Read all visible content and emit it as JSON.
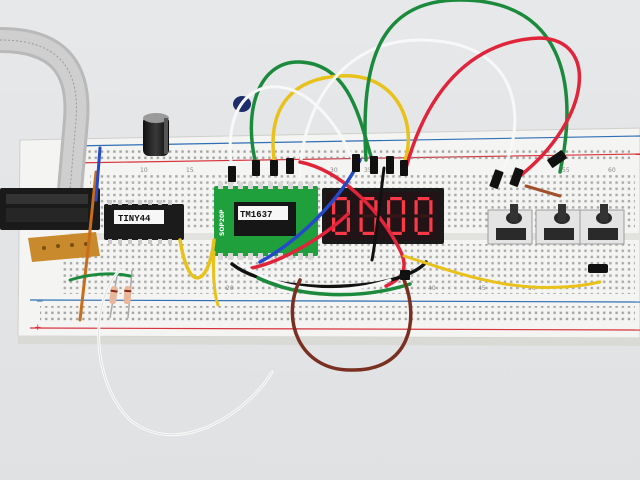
{
  "photo": {
    "chip_labels": {
      "mcu": "TINY44",
      "driver": "TM1637"
    },
    "adapter_board_text": "SOP20P",
    "breadboard_row_numbers": [
      "10",
      "15",
      "20",
      "30",
      "35",
      "40",
      "45",
      "50",
      "55",
      "60"
    ],
    "colors": {
      "breadboard": "#f3f3f1",
      "rail_red": "#d8323a",
      "rail_blue": "#2f6fb5",
      "adapter_pcb": "#1fa03c",
      "display_body": "#1a1a1a",
      "display_segment_lit": "#ff3848",
      "wire_green": "#1b8a3c",
      "wire_red": "#e0243a",
      "wire_yellow": "#e8c21a",
      "wire_white": "#f6f6f6",
      "wire_black": "#111111",
      "wire_blue": "#2449c9",
      "wire_brown": "#7a3020"
    }
  }
}
